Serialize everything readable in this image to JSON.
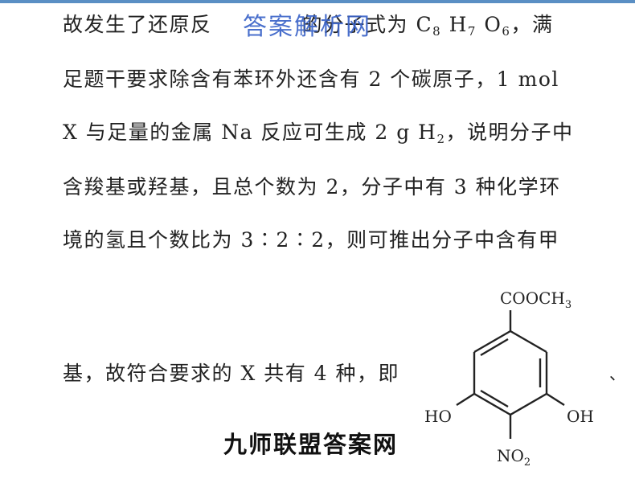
{
  "watermarks": {
    "top": "答案解析网",
    "bottom": "九师联盟答案网"
  },
  "text": {
    "line1": {
      "pre": "故发生了还原反",
      "mid": "的分子式为 C",
      "c": "8",
      "h": " H",
      "h_sub": "7",
      "o": " O",
      "o_sub": "6",
      "post": "，满"
    },
    "line2": "足题干要求除含有苯环外还含有 2 个碳原子，1 mol",
    "line3": {
      "pre": "X 与足量的金属 Na 反应可生成 2 g H",
      "sub": "2",
      "post": "，说明分子中"
    },
    "line4": "含羧基或羟基，且总个数为 2，分子中有 3 种化学环",
    "line5": "境的氢且个数比为 3∶2∶2，则可推出分子中含有甲",
    "line6": "基，故符合要求的 X 共有 4 种，即",
    "trailing_mark": "、"
  },
  "structure": {
    "top_group": "COOCH",
    "top_group_sub": "3",
    "left_group": "HO",
    "right_group": "OH",
    "bottom_group": "NO",
    "bottom_group_sub": "2"
  }
}
